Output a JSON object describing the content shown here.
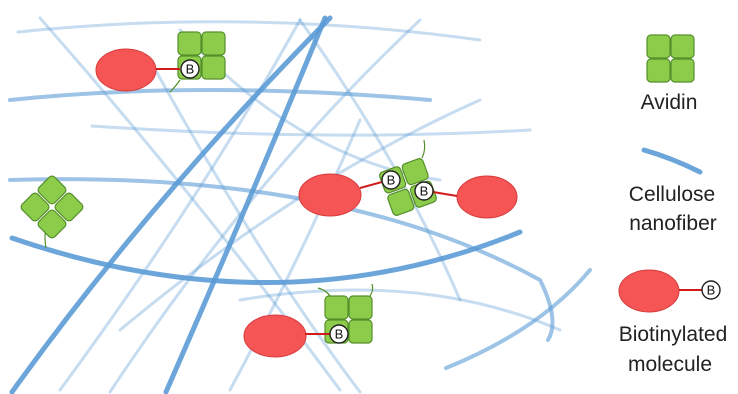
{
  "biotin_symbol": "B",
  "legend": {
    "avidin_label": "Avidin",
    "cellulose_label_line1": "Cellulose",
    "cellulose_label_line2": "nanofiber",
    "biotinylated_label_line1": "Biotinylated",
    "biotinylated_label_line2": "molecule"
  },
  "colors": {
    "avidin": "#8ccc4a",
    "avidin_outline": "#548f2a",
    "fiber": "#5b9bd5",
    "molecule": "#f55555",
    "linker": "#d11a1a"
  }
}
